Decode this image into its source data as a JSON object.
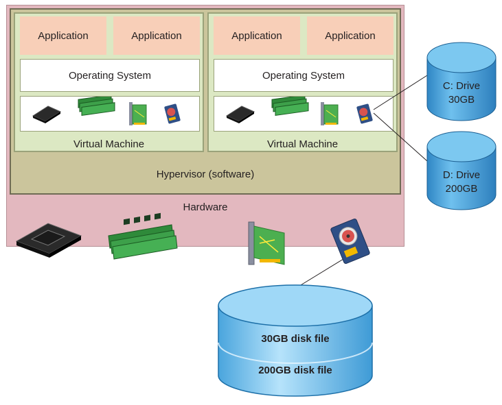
{
  "hardware": {
    "label": "Hardware"
  },
  "hypervisor": {
    "label": "Hypervisor (software)"
  },
  "vms": [
    {
      "label": "Virtual Machine",
      "apps": [
        "Application",
        "Application"
      ],
      "os": "Operating System"
    },
    {
      "label": "Virtual Machine",
      "apps": [
        "Application",
        "Application"
      ],
      "os": "Operating System"
    }
  ],
  "drives": [
    {
      "line1": "C: Drive",
      "line2": "30GB"
    },
    {
      "line1": "D: Drive",
      "line2": "200GB"
    }
  ],
  "storage": {
    "files": [
      "30GB disk file",
      "200GB disk file"
    ]
  },
  "icons": [
    "cpu-icon",
    "ram-icon",
    "expansion-card-icon",
    "hard-drive-icon"
  ]
}
